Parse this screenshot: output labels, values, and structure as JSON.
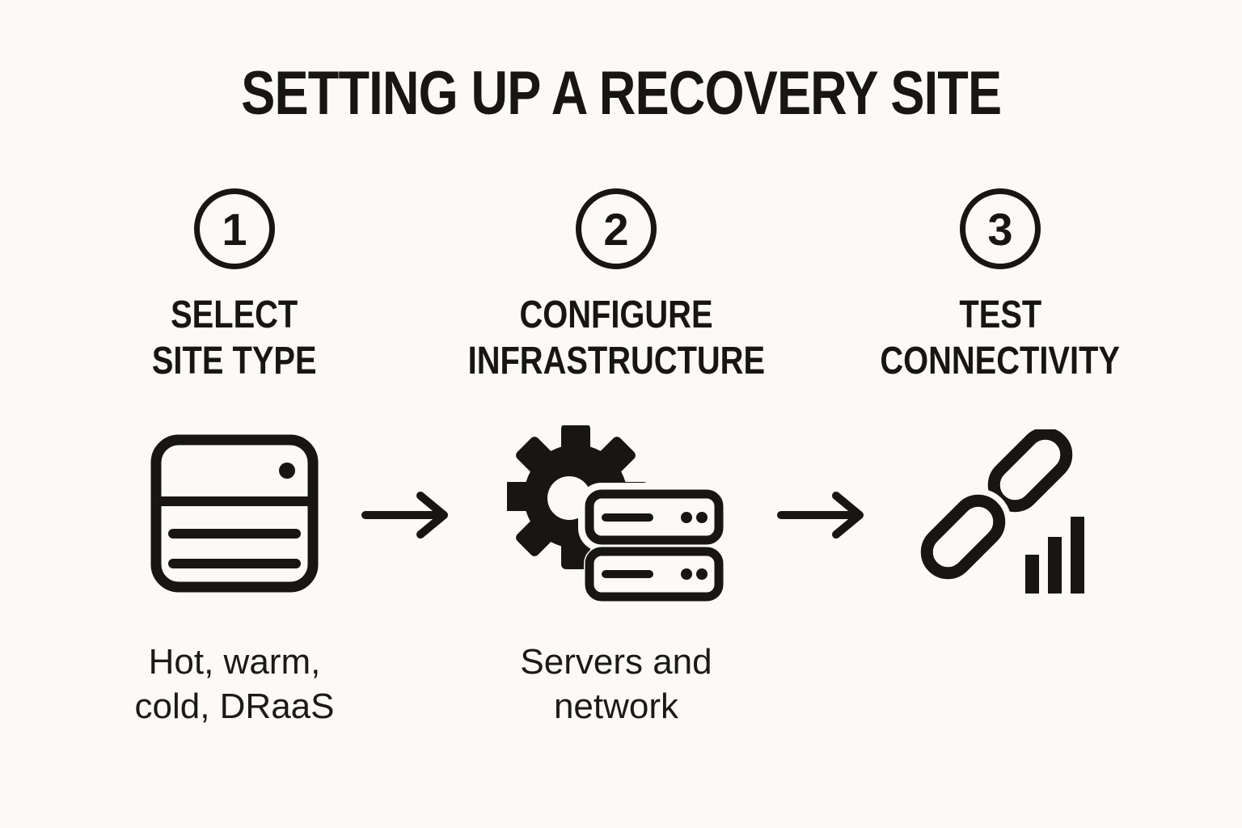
{
  "title": "SETTING UP A RECOVERY SITE",
  "colors": {
    "background": "#fbfaf7",
    "ink": "#181613"
  },
  "steps": [
    {
      "number": "1",
      "label_line1": "SELECT",
      "label_line2": "SITE TYPE",
      "icon": "storage-box-icon",
      "caption_line1": "Hot, warm,",
      "caption_line2": "cold, DRaaS"
    },
    {
      "number": "2",
      "label_line1": "CONFIGURE",
      "label_line2": "INFRASTRUCTURE",
      "icon": "gear-servers-icon",
      "caption_line1": "Servers and",
      "caption_line2": "network"
    },
    {
      "number": "3",
      "label_line1": "TEST",
      "label_line2": "CONNECTIVITY",
      "icon": "link-signal-icon"
    }
  ],
  "arrows": {
    "between_1_2": "right-arrow-icon",
    "between_2_3": "right-arrow-icon"
  }
}
